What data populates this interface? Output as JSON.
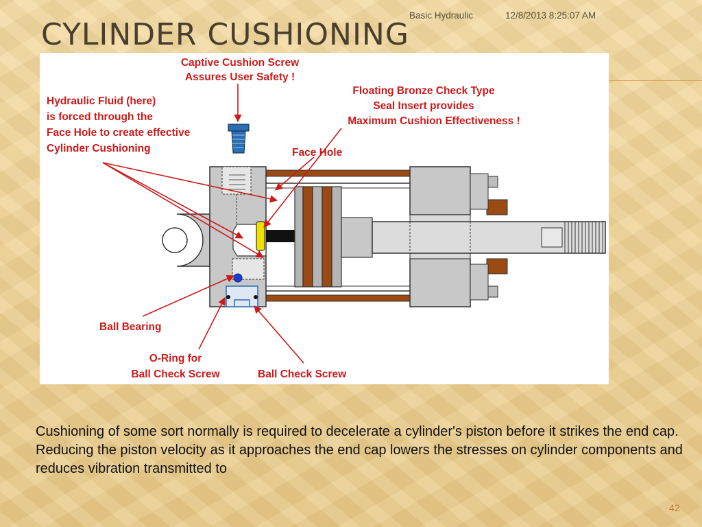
{
  "slide": {
    "title": "CYLINDER CUSHIONING",
    "header_topic": "Basic Hydraulic",
    "header_datetime": "12/8/2013 8:25:07 AM",
    "body": "Cushioning of some sort normally is required to decelerate a cylinder's piston before it strikes the end cap. Reducing the piston velocity as it approaches the end cap lowers the stresses on cylinder components and reduces vibration transmitted to",
    "page_number": "42"
  },
  "diagram": {
    "callouts": {
      "captive_screw": [
        "Captive Cushion Screw",
        "Assures User Safety !"
      ],
      "hydraulic_fluid": [
        "Hydraulic Fluid (here)",
        "is forced through the",
        "Face Hole to create effective",
        "Cylinder Cushioning"
      ],
      "floating_bronze": [
        "Floating Bronze Check Type",
        "Seal Insert provides",
        "Maximum Cushion Effectiveness !"
      ],
      "face_hole": "Face Hole",
      "ball_bearing": "Ball Bearing",
      "o_ring": [
        "O-Ring for",
        "Ball Check Screw"
      ],
      "ball_check_screw": "Ball Check Screw"
    },
    "colors": {
      "label": "#cc1a1a",
      "steel": "#c8c8c8",
      "steel_dark": "#a9a9a9",
      "bronze": "#9a4a12",
      "screw_blue": "#2a6fb4",
      "seal_yellow": "#f0e000"
    }
  }
}
